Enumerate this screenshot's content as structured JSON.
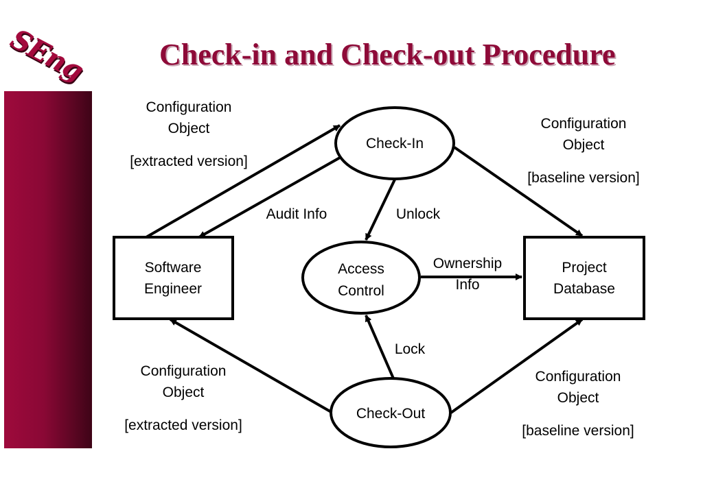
{
  "logo": "SEng",
  "title": "Check-in and Check-out Procedure",
  "colors": {
    "accent": "#8e0a38",
    "sidebar": "#9e0a3c"
  },
  "nodes": {
    "check_in": "Check-In",
    "check_out": "Check-Out",
    "access_control": [
      "Access",
      "Control"
    ],
    "software_engineer": [
      "Software",
      "Engineer"
    ],
    "project_database": [
      "Project",
      "Database"
    ]
  },
  "edge_labels": {
    "config_top_left": [
      "Configuration",
      "Object",
      "[extracted version]"
    ],
    "config_top_right": [
      "Configuration",
      "Object",
      "[baseline version]"
    ],
    "config_bottom_left": [
      "Configuration",
      "Object",
      "[extracted version]"
    ],
    "config_bottom_right": [
      "Configuration",
      "Object",
      "[baseline version]"
    ],
    "audit_info": "Audit Info",
    "unlock": "Unlock",
    "lock": "Lock",
    "ownership_info": [
      "Ownership",
      "Info"
    ]
  }
}
